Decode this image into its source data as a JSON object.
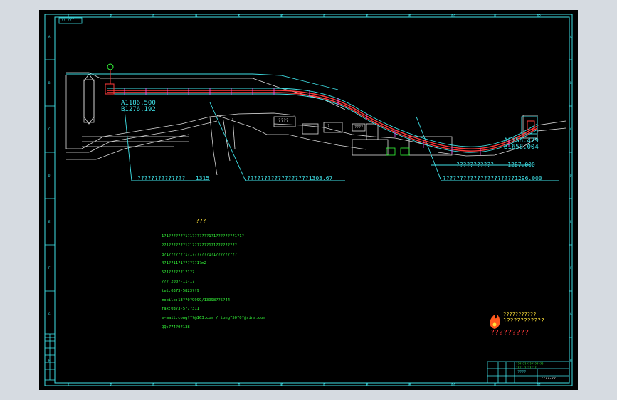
{
  "drawing": {
    "sheet_tag": "??  ???",
    "point_a": {
      "line1": "A1186.500",
      "line2": "B1276.192"
    },
    "point_b": {
      "line1": "A1158.479",
      "line2": "B1658.004"
    },
    "elevation_1": {
      "label": "??????????????",
      "value": "1315"
    },
    "elevation_2": {
      "label": "??????????????????",
      "value": "1303.67"
    },
    "elevation_3": {
      "label": "???????????",
      "value": "1287.000"
    },
    "elevation_4": {
      "label": "?????????????????????",
      "value": "1296.000"
    },
    "box_labels": [
      "????",
      "?",
      "????"
    ]
  },
  "notes": {
    "title": "???",
    "lines": [
      "1?1???????1?1???????1?1????????1?1?",
      "2?1???????1?1???????1?1?????????",
      "3?1???????1?1???????1?1?????????",
      "4?1??11?1??????1?m2",
      "5?1??????1?1??",
      "??? 2007-11-17",
      "tel:0373-5823??9",
      "mobile:13??0?9999/13998??5?44",
      "fax:0373-5?7?311",
      "e-mail:cong???@163.com / tong?50?0?@sina.com",
      "QQ:774?0?138"
    ]
  },
  "logo": {
    "line1": "???????????",
    "line2": "1???????????",
    "line3": "?????????"
  },
  "title_block": {
    "company": "????????????????",
    "line2": "???? ???????",
    "code": "????",
    "drawing_no": "????-??"
  },
  "frame": {
    "col_labels": [
      "1",
      "2",
      "3",
      "4",
      "5",
      "6",
      "7",
      "8",
      "9",
      "10",
      "11",
      "12"
    ],
    "row_labels": [
      "A",
      "B",
      "C",
      "D",
      "E",
      "F",
      "G",
      "H"
    ]
  }
}
